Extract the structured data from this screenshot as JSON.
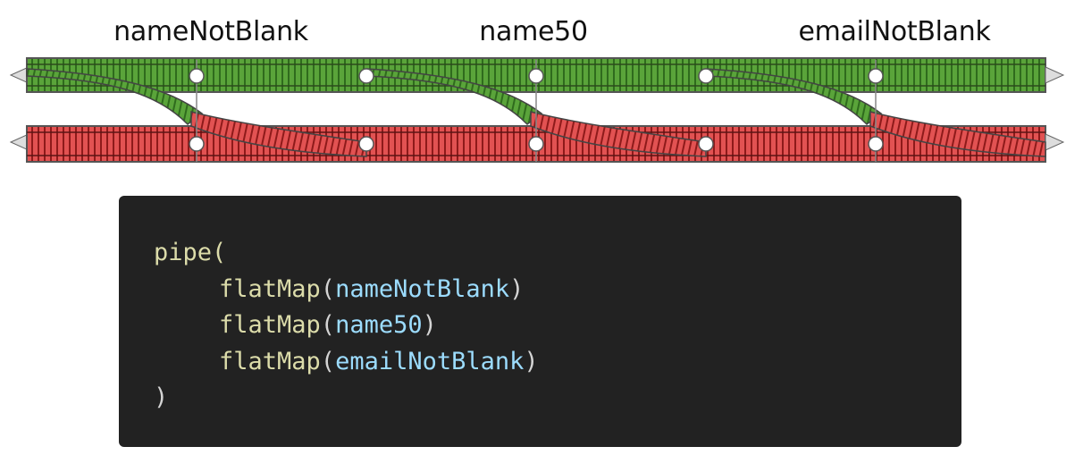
{
  "stages": [
    {
      "label": "nameNotBlank"
    },
    {
      "label": "name50"
    },
    {
      "label": "emailNotBlank"
    }
  ],
  "code": {
    "open": "pipe(",
    "calls": [
      {
        "fn": "flatMap",
        "paren_open": "(",
        "arg": "nameNotBlank",
        "paren_close": ")"
      },
      {
        "fn": "flatMap",
        "paren_open": "(",
        "arg": "name50",
        "paren_close": ")"
      },
      {
        "fn": "flatMap",
        "paren_open": "(",
        "arg": "emailNotBlank",
        "paren_close": ")"
      }
    ],
    "close": ")"
  },
  "colors": {
    "success_track": "#5aa43a",
    "failure_track": "#d93a3a",
    "code_background": "#222222",
    "code_function": "#dcdcaa",
    "code_argument": "#9cdcfe"
  }
}
